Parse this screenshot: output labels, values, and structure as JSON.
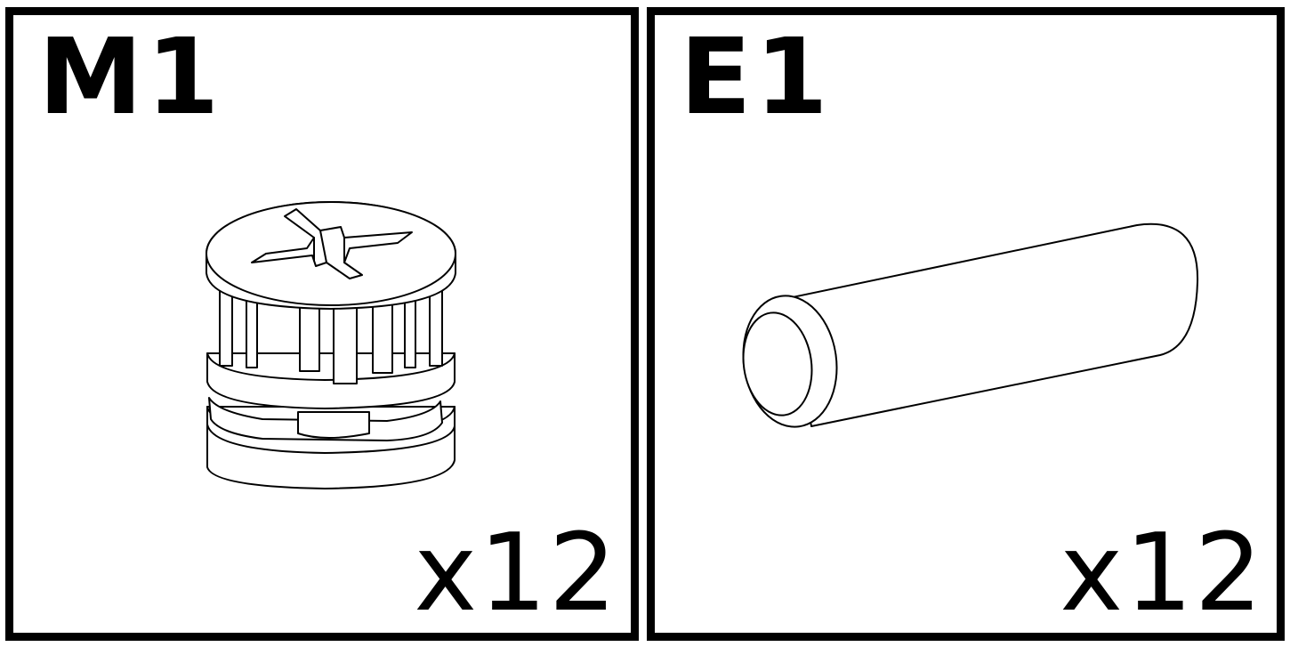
{
  "panels": [
    {
      "code": "M1",
      "quantity": "x12",
      "part_icon": "cam-lock-nut-icon"
    },
    {
      "code": "E1",
      "quantity": "x12",
      "part_icon": "wooden-dowel-icon"
    }
  ],
  "colors": {
    "line": "#000000",
    "background": "#ffffff"
  }
}
